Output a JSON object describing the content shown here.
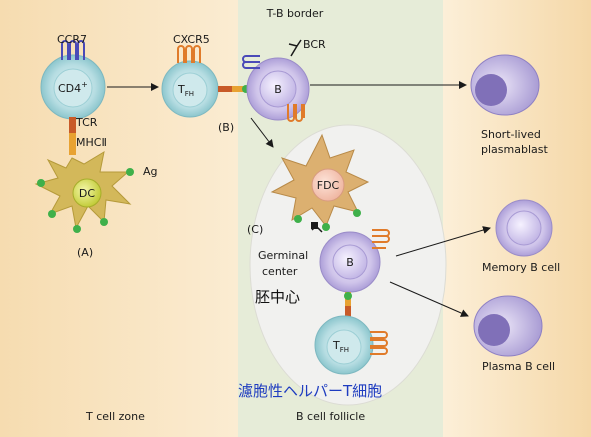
{
  "diagram": {
    "header": "T-B border",
    "zones": {
      "t_cell_zone": "T cell zone",
      "b_cell_follicle": "B cell follicle"
    },
    "receptors": {
      "ccr7": "CCR7",
      "cxcr5": "CXCR5",
      "bcr": "BCR",
      "tcr": "TCR",
      "mhc": "MHCⅡ",
      "ag": "Ag"
    },
    "cells": {
      "cd4": "CD4",
      "cd4_sup": "+",
      "dc": "DC",
      "tfh_main": "T",
      "tfh_sub": "FH",
      "b": "B",
      "fdc": "FDC"
    },
    "panel_labels": {
      "a": "(A)",
      "b": "(B)",
      "c": "(C)"
    },
    "germinal_center": {
      "line1": "Germinal",
      "line2": "center"
    },
    "outcomes": {
      "plasmablast_line1": "Short-lived",
      "plasmablast_line2": "plasmablast",
      "memory": "Memory B cell",
      "plasma": "Plasma B cell"
    },
    "annotations_jp": {
      "germinal_center": "胚中心",
      "tfh": "濾胞性ヘルパーT細胞"
    }
  }
}
